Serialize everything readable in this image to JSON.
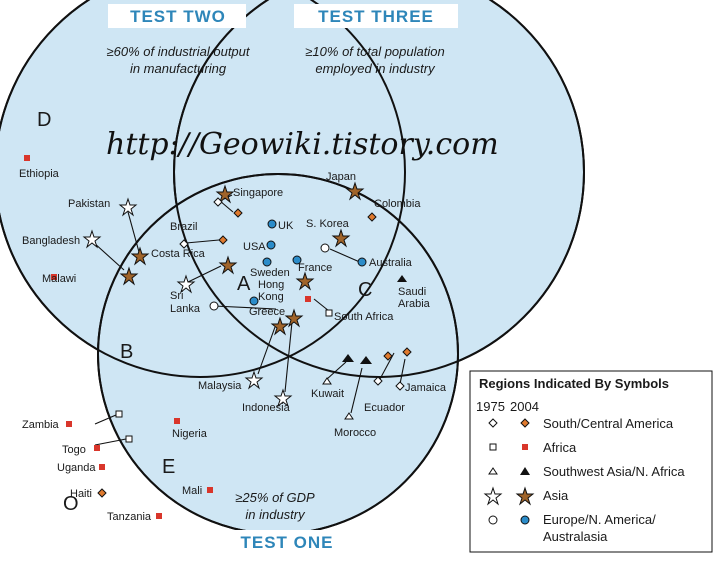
{
  "tests": {
    "two": {
      "title": "TEST TWO",
      "line1": "≥60% of industrial output",
      "line2": "in manufacturing"
    },
    "three": {
      "title": "TEST THREE",
      "line1": "≥10% of total population",
      "line2": "employed in industry"
    },
    "one": {
      "title": "TEST ONE",
      "line1": "≥25% of GDP",
      "line2": "in industry"
    }
  },
  "regions": {
    "A": "A",
    "B": "B",
    "C": "C",
    "D": "D",
    "E": "E",
    "O": "O"
  },
  "watermark": "http://Geowiki.tistory.com",
  "countries": {
    "ethiopia": "Ethiopia",
    "pakistan": "Pakistan",
    "bangladesh": "Bangladesh",
    "malawi": "Malawi",
    "singapore": "Singapore",
    "brazil": "Brazil",
    "costa_rica": "Costa Rica",
    "sri_lanka": "Sri Lanka",
    "uk": "UK",
    "usa": "USA",
    "sweden": "Sweden",
    "france": "France",
    "hong_kong": "Hong Kong",
    "greece": "Greece",
    "japan": "Japan",
    "s_korea": "S. Korea",
    "colombia": "Colombia",
    "australia": "Australia",
    "saudi_arabia": "Saudi Arabia",
    "south_africa": "South Africa",
    "malaysia": "Malaysia",
    "indonesia": "Indonesia",
    "kuwait": "Kuwait",
    "jamaica": "Jamaica",
    "ecuador": "Ecuador",
    "morocco": "Morocco",
    "zambia": "Zambia",
    "togo": "Togo",
    "uganda": "Uganda",
    "nigeria": "Nigeria",
    "haiti": "Haiti",
    "mali": "Mali",
    "tanzania": "Tanzania"
  },
  "legend": {
    "title": "Regions Indicated By Symbols",
    "year_a": "1975",
    "year_b": "2004",
    "items": [
      "South/Central America",
      "Africa",
      "Southwest Asia/N. Africa",
      "Asia",
      "Europe/N. America/",
      "Australasia"
    ]
  },
  "colors": {
    "circle_fill": "#cfe6f4",
    "circle_stroke": "#111111",
    "test_title": "#2e86b9",
    "south_central_america": "#e07a2e",
    "africa": "#d9362b",
    "asia": "#a0642a",
    "europe": "#2b8cc9",
    "sw_asia": "#111111"
  }
}
